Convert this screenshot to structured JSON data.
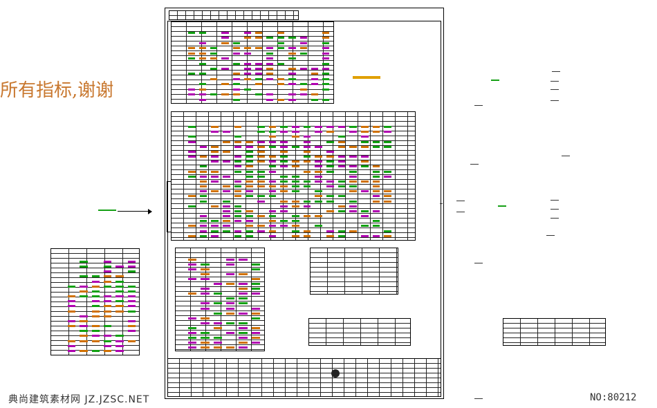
{
  "watermark": {
    "text": "所有指标,谢谢"
  },
  "footer": {
    "left": "典尚建筑素材网 JZ.JZSC.NET",
    "right": "NO:80212"
  },
  "colors": {
    "watermark": "#c8772e",
    "table_title": "#cc0000",
    "cell_magenta": "#b000b0",
    "cell_green": "#10a010",
    "cell_orange": "#d07000",
    "line": "#000000"
  },
  "icons": [
    "arrow-right-icon",
    "seal-stamp-icon"
  ]
}
